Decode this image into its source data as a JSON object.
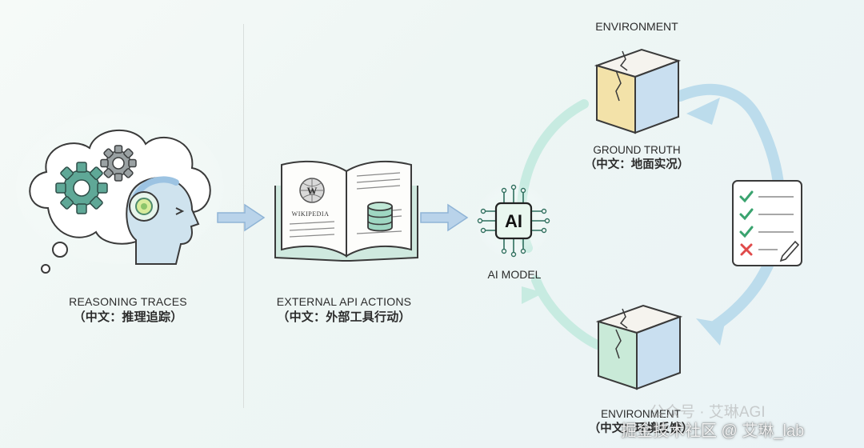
{
  "reasoning": {
    "label": "REASONING TRACES",
    "label_zh": "（中文：推理追踪）"
  },
  "external": {
    "label": "EXTERNAL API ACTIONS",
    "label_zh": "（中文：外部工具行动）",
    "book_text": "WIKIPEDIA"
  },
  "ai_model": {
    "chip_text": "AI",
    "label": "AI MODEL"
  },
  "environment_top": {
    "title": "ENVIRONMENT",
    "label": "GROUND TRUTH",
    "label_zh": "（中文：地面实况）"
  },
  "environment_bottom": {
    "label": "ENVIRONMENT",
    "label_zh": "（中文：环境反馈）"
  },
  "watermarks": {
    "wm1": "公众号 · 艾琳AGI",
    "wm2": "掘金技术社区 @ 艾琳_lab"
  },
  "colors": {
    "teal": "#5fb3a0",
    "blue": "#9cc3e2",
    "loop": "#c4e9e0"
  }
}
